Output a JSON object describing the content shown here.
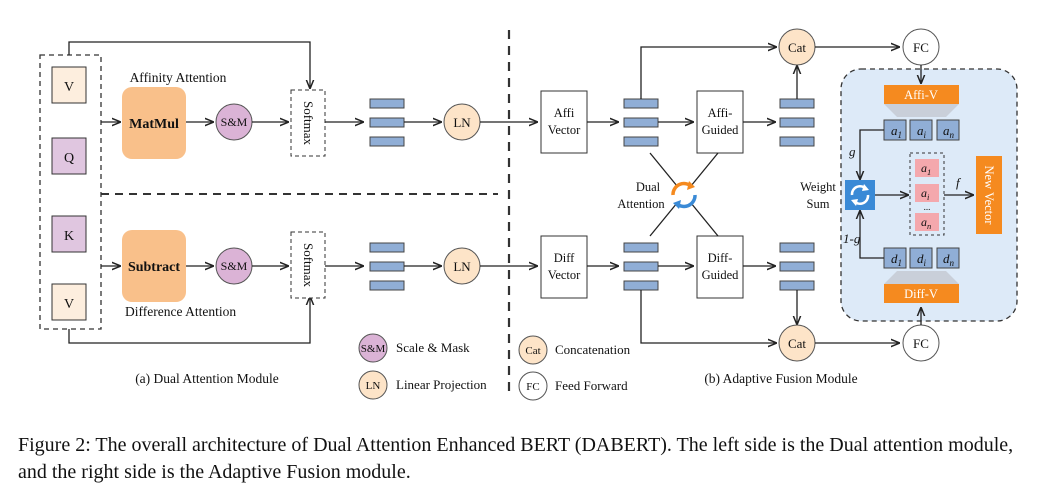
{
  "left": {
    "inputs": {
      "v_top": "V",
      "q": "Q",
      "k": "K",
      "v_bottom": "V"
    },
    "affinity_title": "Affinity Attention",
    "difference_title": "Difference Attention",
    "matmul": "MatMul",
    "subtract": "Subtract",
    "sm": "S&M",
    "softmax": "Softmax",
    "ln": "LN",
    "label": "(a) Dual Attention Module"
  },
  "legend": {
    "sm_icon": "S&M",
    "sm_text": "Scale & Mask",
    "ln_icon": "LN",
    "ln_text": "Linear Projection",
    "cat_icon": "Cat",
    "cat_text": "Concatenation",
    "fc_icon": "FC",
    "fc_text": "Feed Forward"
  },
  "right": {
    "affi_vector_1": "Affi",
    "affi_vector_2": "Vector",
    "diff_vector_1": "Diff",
    "diff_vector_2": "Vector",
    "affi_guided_1": "Affi-",
    "affi_guided_2": "Guided",
    "diff_guided_1": "Diff-",
    "diff_guided_2": "Guided",
    "dual_attention_1": "Dual",
    "dual_attention_2": "Attention",
    "cat": "Cat",
    "fc": "FC",
    "affi_v": "Affi-V",
    "diff_v": "Diff-V",
    "weight_sum_1": "Weight",
    "weight_sum_2": "Sum",
    "g": "g",
    "one_minus_g": "1-g",
    "f": "f",
    "a_cells": [
      "a",
      "a",
      "a"
    ],
    "a_subs": [
      "1",
      "i",
      "n"
    ],
    "d_cells": [
      "d",
      "d",
      "d"
    ],
    "d_subs": [
      "1",
      "i",
      "n"
    ],
    "a_col": [
      "a",
      "a",
      "a"
    ],
    "a_col_subs": [
      "1",
      "i",
      "n"
    ],
    "dots": "...",
    "new_vector": "New Vector",
    "label": "(b) Adaptive Fusion Module"
  },
  "caption": "Figure 2:  The overall architecture of Dual Attention Enhanced BERT (DABERT). The left side is the Dual attention module, and the right side is the Adaptive Fusion module.",
  "colors": {
    "orange_box": "#f9c08a",
    "orange_bar": "#f58a1f",
    "purple_circle": "#dbb3d6",
    "peach_circle": "#fde4c8",
    "blue_token": "#90aed6",
    "blue_panel": "#ddeaf8",
    "pink_cell": "#f4a8ad",
    "input_purple": "#e0c6e0",
    "input_peach": "#fdeede",
    "swirl_blue": "#3a8ad6"
  }
}
